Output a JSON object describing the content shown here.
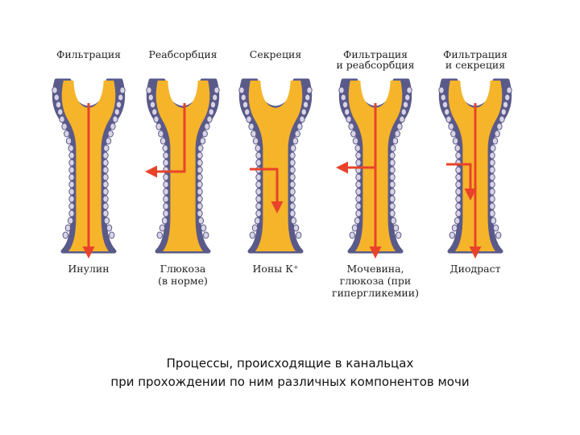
{
  "tubules": [
    {
      "id": "filtration",
      "top_label": [
        "Фильтрация"
      ],
      "bottom_label": [
        "Инулин"
      ],
      "arrow": "straight-down"
    },
    {
      "id": "reabsorption",
      "top_label": [
        "Реабсорбция"
      ],
      "bottom_label": [
        "Глюкоза",
        "(в норме)"
      ],
      "arrow": "down-then-left"
    },
    {
      "id": "secretion",
      "top_label": [
        "Секреция"
      ],
      "bottom_label": [
        "Ионы К⁺"
      ],
      "arrow": "right-then-down"
    },
    {
      "id": "filtration-reabsorption",
      "top_label": [
        "Фильтрация",
        "и реабсорбция"
      ],
      "bottom_label": [
        "Мочевина,",
        "глюкоза (при",
        "гипергликемии)"
      ],
      "arrow": "straight-down-with-left-branch"
    },
    {
      "id": "filtration-secretion",
      "top_label": [
        "Фильтрация",
        "и секреция"
      ],
      "bottom_label": [
        "Диодраст"
      ],
      "arrow": "straight-down-with-joining-branch"
    }
  ],
  "caption": {
    "line1": "Процессы, происходящие в канальцах",
    "line2": "при прохождении по ним различных компонентов мочи"
  },
  "colors": {
    "lumen": "#F5B42A",
    "wall": "#5A5A8A",
    "cell": "#D9D4E4",
    "arrow": "#E8432A"
  }
}
